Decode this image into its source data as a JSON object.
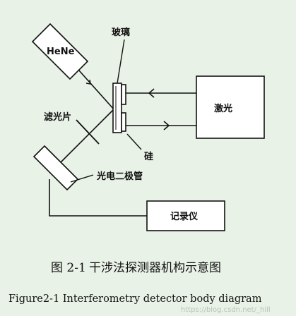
{
  "diagram": {
    "laser_source_label": "HeNe",
    "glass_label": "玻璃",
    "filter_label": "滤光片",
    "laser_box_label": "激光",
    "silicon_label": "硅",
    "photodiode_label": "光电二极管",
    "recorder_label": "记录仪"
  },
  "caption": {
    "cn_prefix": "图 2-1",
    "cn_title": "干涉法探测器机构示意图",
    "en_title": "Figure2-1 Interferometry detector body diagram"
  },
  "watermark": "https://blog.csdn.net/_hill"
}
